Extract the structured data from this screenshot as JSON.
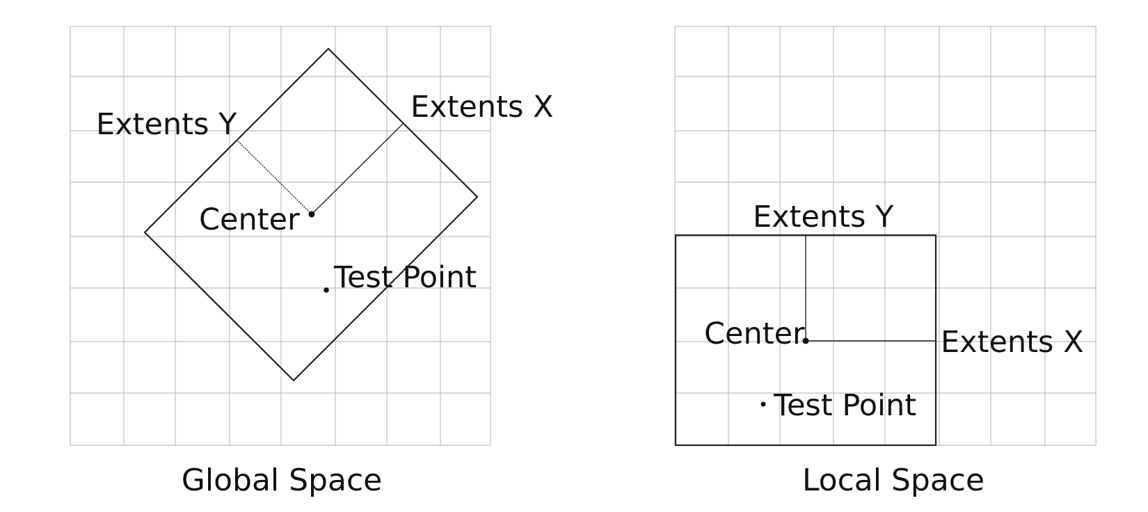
{
  "global_panel": {
    "caption": "Global Space",
    "label_extents_y": "Extents Y",
    "label_extents_x": "Extents X",
    "label_center": "Center",
    "label_test_point": "Test Point"
  },
  "local_panel": {
    "caption": "Local Space",
    "label_extents_y": "Extents Y",
    "label_extents_x": "Extents X",
    "label_center": "Center",
    "label_test_point": "Test Point"
  },
  "colors": {
    "grid": "#bfbfbf",
    "ink": "#111111"
  }
}
